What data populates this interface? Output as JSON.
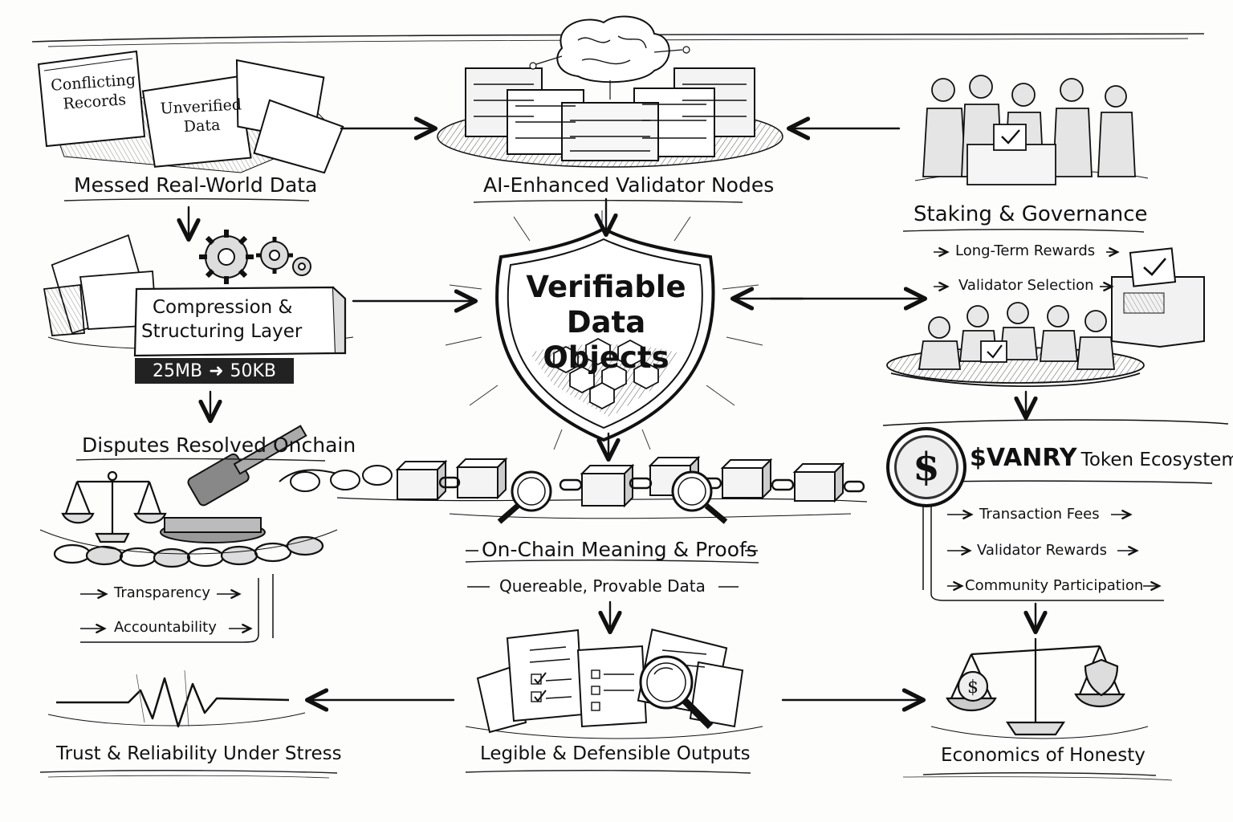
{
  "nodes": {
    "messed_data": {
      "title": "Messed Real-World Data",
      "doc1": "Conflicting Records",
      "doc2": "Unverified Data"
    },
    "validators": {
      "title": "AI-Enhanced Validator Nodes"
    },
    "staking": {
      "title": "Staking & Governance",
      "items": [
        "Long-Term Rewards",
        "Validator Selection"
      ]
    },
    "compression": {
      "title_line1": "Compression &",
      "title_line2": "Structuring Layer",
      "from_size": "25MB",
      "to_size": "50KB"
    },
    "verifiable": {
      "title_line1": "Verifiable",
      "title_line2": "Data Objects"
    },
    "disputes": {
      "title": "Disputes Resolved Onchain",
      "items": [
        "Transparency",
        "Accountability"
      ]
    },
    "onchain": {
      "title": "On-Chain Meaning & Proofs",
      "subtitle": "Quereable, Provable Data"
    },
    "token": {
      "symbol": "$",
      "title_ticker": "$VANRY",
      "title_rest": "Token Ecosystem",
      "items": [
        "Transaction Fees",
        "Validator Rewards",
        "Community Participation"
      ]
    },
    "trust": {
      "title": "Trust & Reliability Under Stress"
    },
    "outputs": {
      "title": "Legible & Defensible Outputs"
    },
    "honesty": {
      "title": "Economics of Honesty"
    }
  },
  "icons": [
    "paper-stack-icon",
    "brain-icon",
    "server-rack-icon",
    "people-voting-icon",
    "gears-icon",
    "shield-icon",
    "cube-icon",
    "ballot-box-icon",
    "scales-icon",
    "gavel-icon",
    "chain-icon",
    "magnifier-icon",
    "dollar-coin-icon",
    "heartbeat-icon",
    "document-icon",
    "balance-scale-icon"
  ]
}
